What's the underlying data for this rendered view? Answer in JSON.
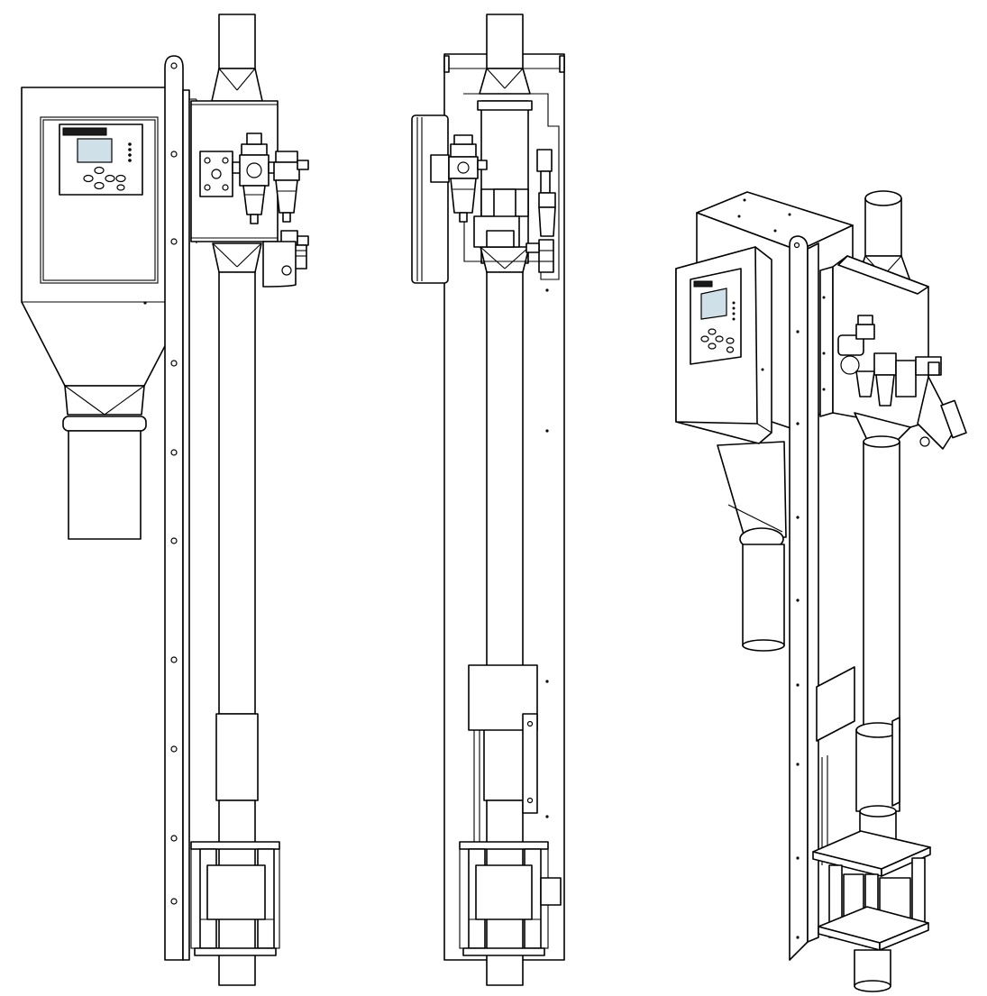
{
  "figure": {
    "views": [
      {
        "id": "front-view",
        "components": [
          "control-enclosure",
          "keypad-display",
          "hopper-cone",
          "bag-collar",
          "mounting-rail",
          "downspout-tube",
          "filter-regulator-unit",
          "solenoid-valve",
          "bag-clamp-cage"
        ]
      },
      {
        "id": "rear-view",
        "components": [
          "round-enclosure-side",
          "mounting-frame",
          "valve-manifold",
          "filter-regulator-unit",
          "downspout-tube",
          "mounting-plate",
          "bag-clamp-cage"
        ]
      },
      {
        "id": "isometric-view",
        "components": [
          "control-enclosure",
          "keypad-display",
          "hopper-cone",
          "bag-collar",
          "mounting-rail",
          "inlet-tube",
          "pneumatic-panel",
          "downspout-tube",
          "bag-clamp-cage"
        ]
      }
    ],
    "colors": {
      "line": "#000000",
      "background": "#ffffff",
      "display": "#cfe0e8"
    }
  }
}
